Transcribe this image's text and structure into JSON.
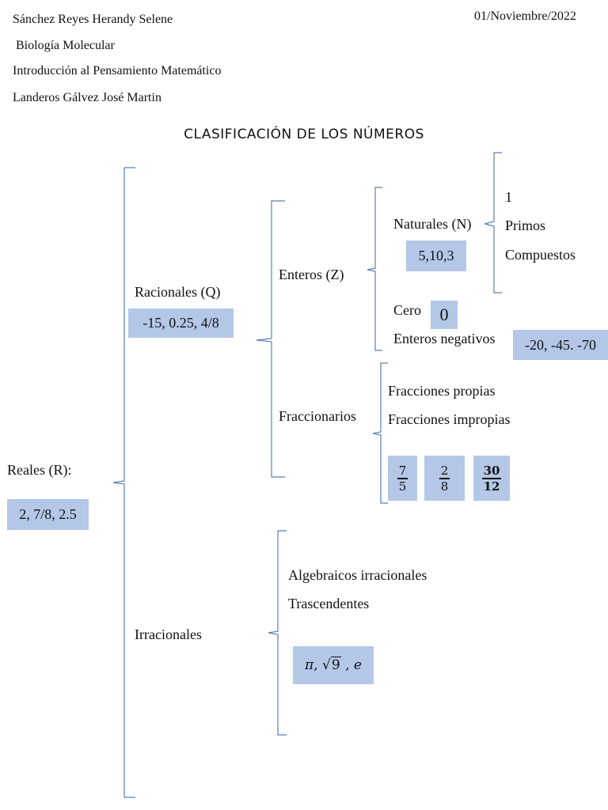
{
  "header": {
    "student": "Sánchez Reyes Herandy Selene",
    "date": "01/Noviembre/2022",
    "career": "Biología Molecular",
    "course": "Introducción al Pensamiento Matemático",
    "teacher": "Landeros Gálvez José Martin"
  },
  "title": "CLASIFICACIÓN DE LOS NÚMEROS",
  "reales": {
    "label": "Reales (R):",
    "example": "2, 7/8, 2.5"
  },
  "racionales": {
    "label": "Racionales (Q)",
    "example": "-15, 0.25, 4/8"
  },
  "enteros": {
    "label": "Enteros (Z)"
  },
  "naturales": {
    "label": "Naturales (N)",
    "example": "5,10,3",
    "items": [
      "1",
      "Primos",
      "Compuestos"
    ]
  },
  "cero": {
    "label": "Cero",
    "example": "0"
  },
  "negativos": {
    "label": "Enteros negativos",
    "example": "-20, -45. -70"
  },
  "fraccionarios": {
    "label": "Fraccionarios",
    "items": [
      "Fracciones propias",
      "Fracciones impropias"
    ],
    "examples": [
      {
        "num": "7",
        "den": "5"
      },
      {
        "num": "2",
        "den": "8"
      },
      {
        "num": "30",
        "den": "12"
      }
    ]
  },
  "irracionales": {
    "label": "Irracionales",
    "items": [
      "Algebraicos irracionales",
      "Trascendentes"
    ],
    "examples": {
      "pi": "π",
      "sep": ",",
      "sqrt_arg": "9",
      "e": "e"
    }
  }
}
